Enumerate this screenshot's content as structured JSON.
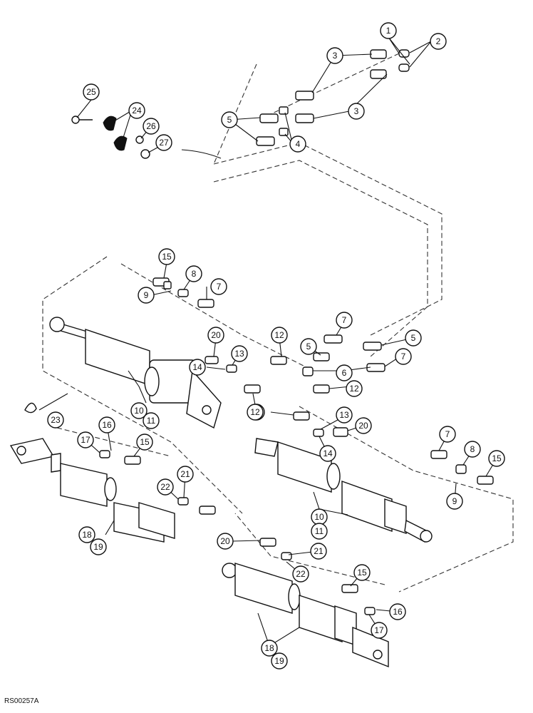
{
  "figure": {
    "reference_code": "RS00257A",
    "callouts": [
      {
        "label": "1"
      },
      {
        "label": "2"
      },
      {
        "label": "3"
      },
      {
        "label": "3"
      },
      {
        "label": "4"
      },
      {
        "label": "5"
      },
      {
        "label": "24"
      },
      {
        "label": "25"
      },
      {
        "label": "26"
      },
      {
        "label": "27"
      },
      {
        "label": "15"
      },
      {
        "label": "8"
      },
      {
        "label": "9"
      },
      {
        "label": "7"
      },
      {
        "label": "20"
      },
      {
        "label": "13"
      },
      {
        "label": "14"
      },
      {
        "label": "12"
      },
      {
        "label": "10"
      },
      {
        "label": "11"
      },
      {
        "label": "7"
      },
      {
        "label": "12"
      },
      {
        "label": "5"
      },
      {
        "label": "5"
      },
      {
        "label": "6"
      },
      {
        "label": "7"
      },
      {
        "label": "12"
      },
      {
        "label": "23"
      },
      {
        "label": "17"
      },
      {
        "label": "16"
      },
      {
        "label": "15"
      },
      {
        "label": "12"
      },
      {
        "label": "13"
      },
      {
        "label": "20"
      },
      {
        "label": "14"
      },
      {
        "label": "7"
      },
      {
        "label": "8"
      },
      {
        "label": "15"
      },
      {
        "label": "9"
      },
      {
        "label": "22"
      },
      {
        "label": "21"
      },
      {
        "label": "18"
      },
      {
        "label": "19"
      },
      {
        "label": "10"
      },
      {
        "label": "11"
      },
      {
        "label": "20"
      },
      {
        "label": "21"
      },
      {
        "label": "22"
      },
      {
        "label": "15"
      },
      {
        "label": "16"
      },
      {
        "label": "17"
      },
      {
        "label": "18"
      },
      {
        "label": "19"
      }
    ]
  }
}
